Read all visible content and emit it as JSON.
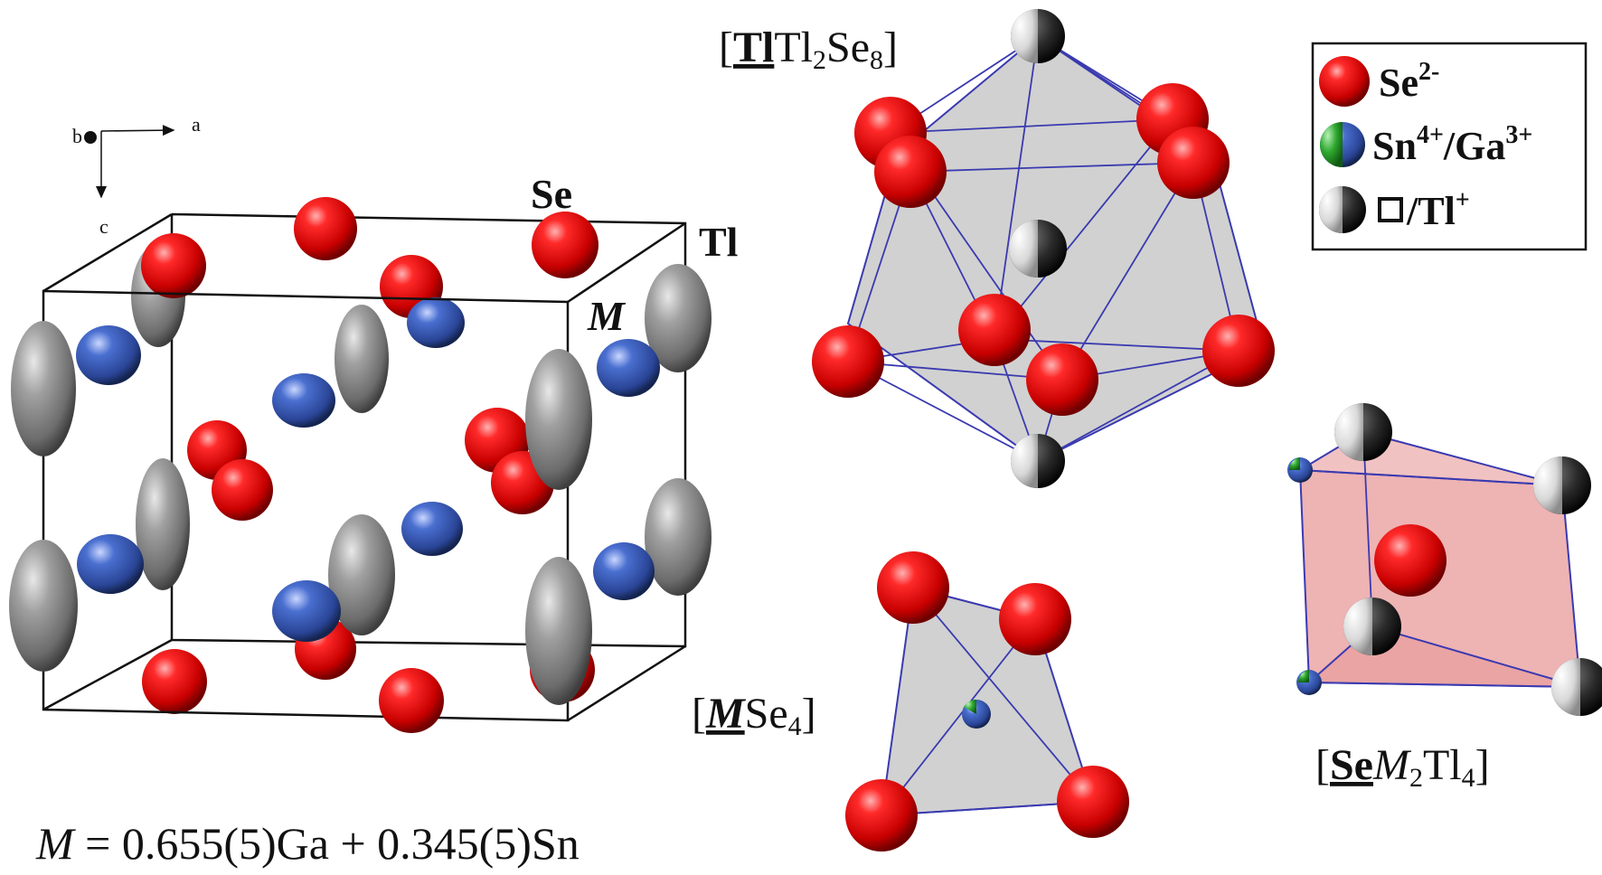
{
  "axes": {
    "a": "a",
    "b": "b",
    "c": "c"
  },
  "unit_cell_labels": {
    "se": "Se",
    "tl": "Tl",
    "m": "M"
  },
  "formula": {
    "m": "M",
    "rest": " = 0.655(5)Ga + 0.345(5)Sn"
  },
  "polyhedra": {
    "tl": {
      "b1": "[",
      "center": "Tl",
      "rest": "Tl",
      "sub1": "2",
      "se": "Se",
      "sub2": "8",
      "b2": "]"
    },
    "m": {
      "b1": "[",
      "center": "M",
      "se": "Se",
      "sub": "4",
      "b2": "]"
    },
    "se": {
      "b1": "[",
      "center": "Se",
      "m": "M",
      "sub1": "2",
      "tl": "Tl",
      "sub2": "4",
      "b2": "]"
    }
  },
  "legend": {
    "items": [
      {
        "label": "Se",
        "sup": "2-"
      },
      {
        "label": "Sn",
        "sup": "4+",
        "slash": "/Ga",
        "sup2": "3+"
      },
      {
        "label": "/Tl",
        "sup": "+"
      }
    ]
  },
  "colors": {
    "se": "#e00000",
    "m": "#3b5fbf",
    "tl": "#8a8a8a",
    "ga": "#2fa82f",
    "face": "#c9c9c9",
    "pink": "#e89a9a",
    "edge": "#3a3ab0"
  }
}
